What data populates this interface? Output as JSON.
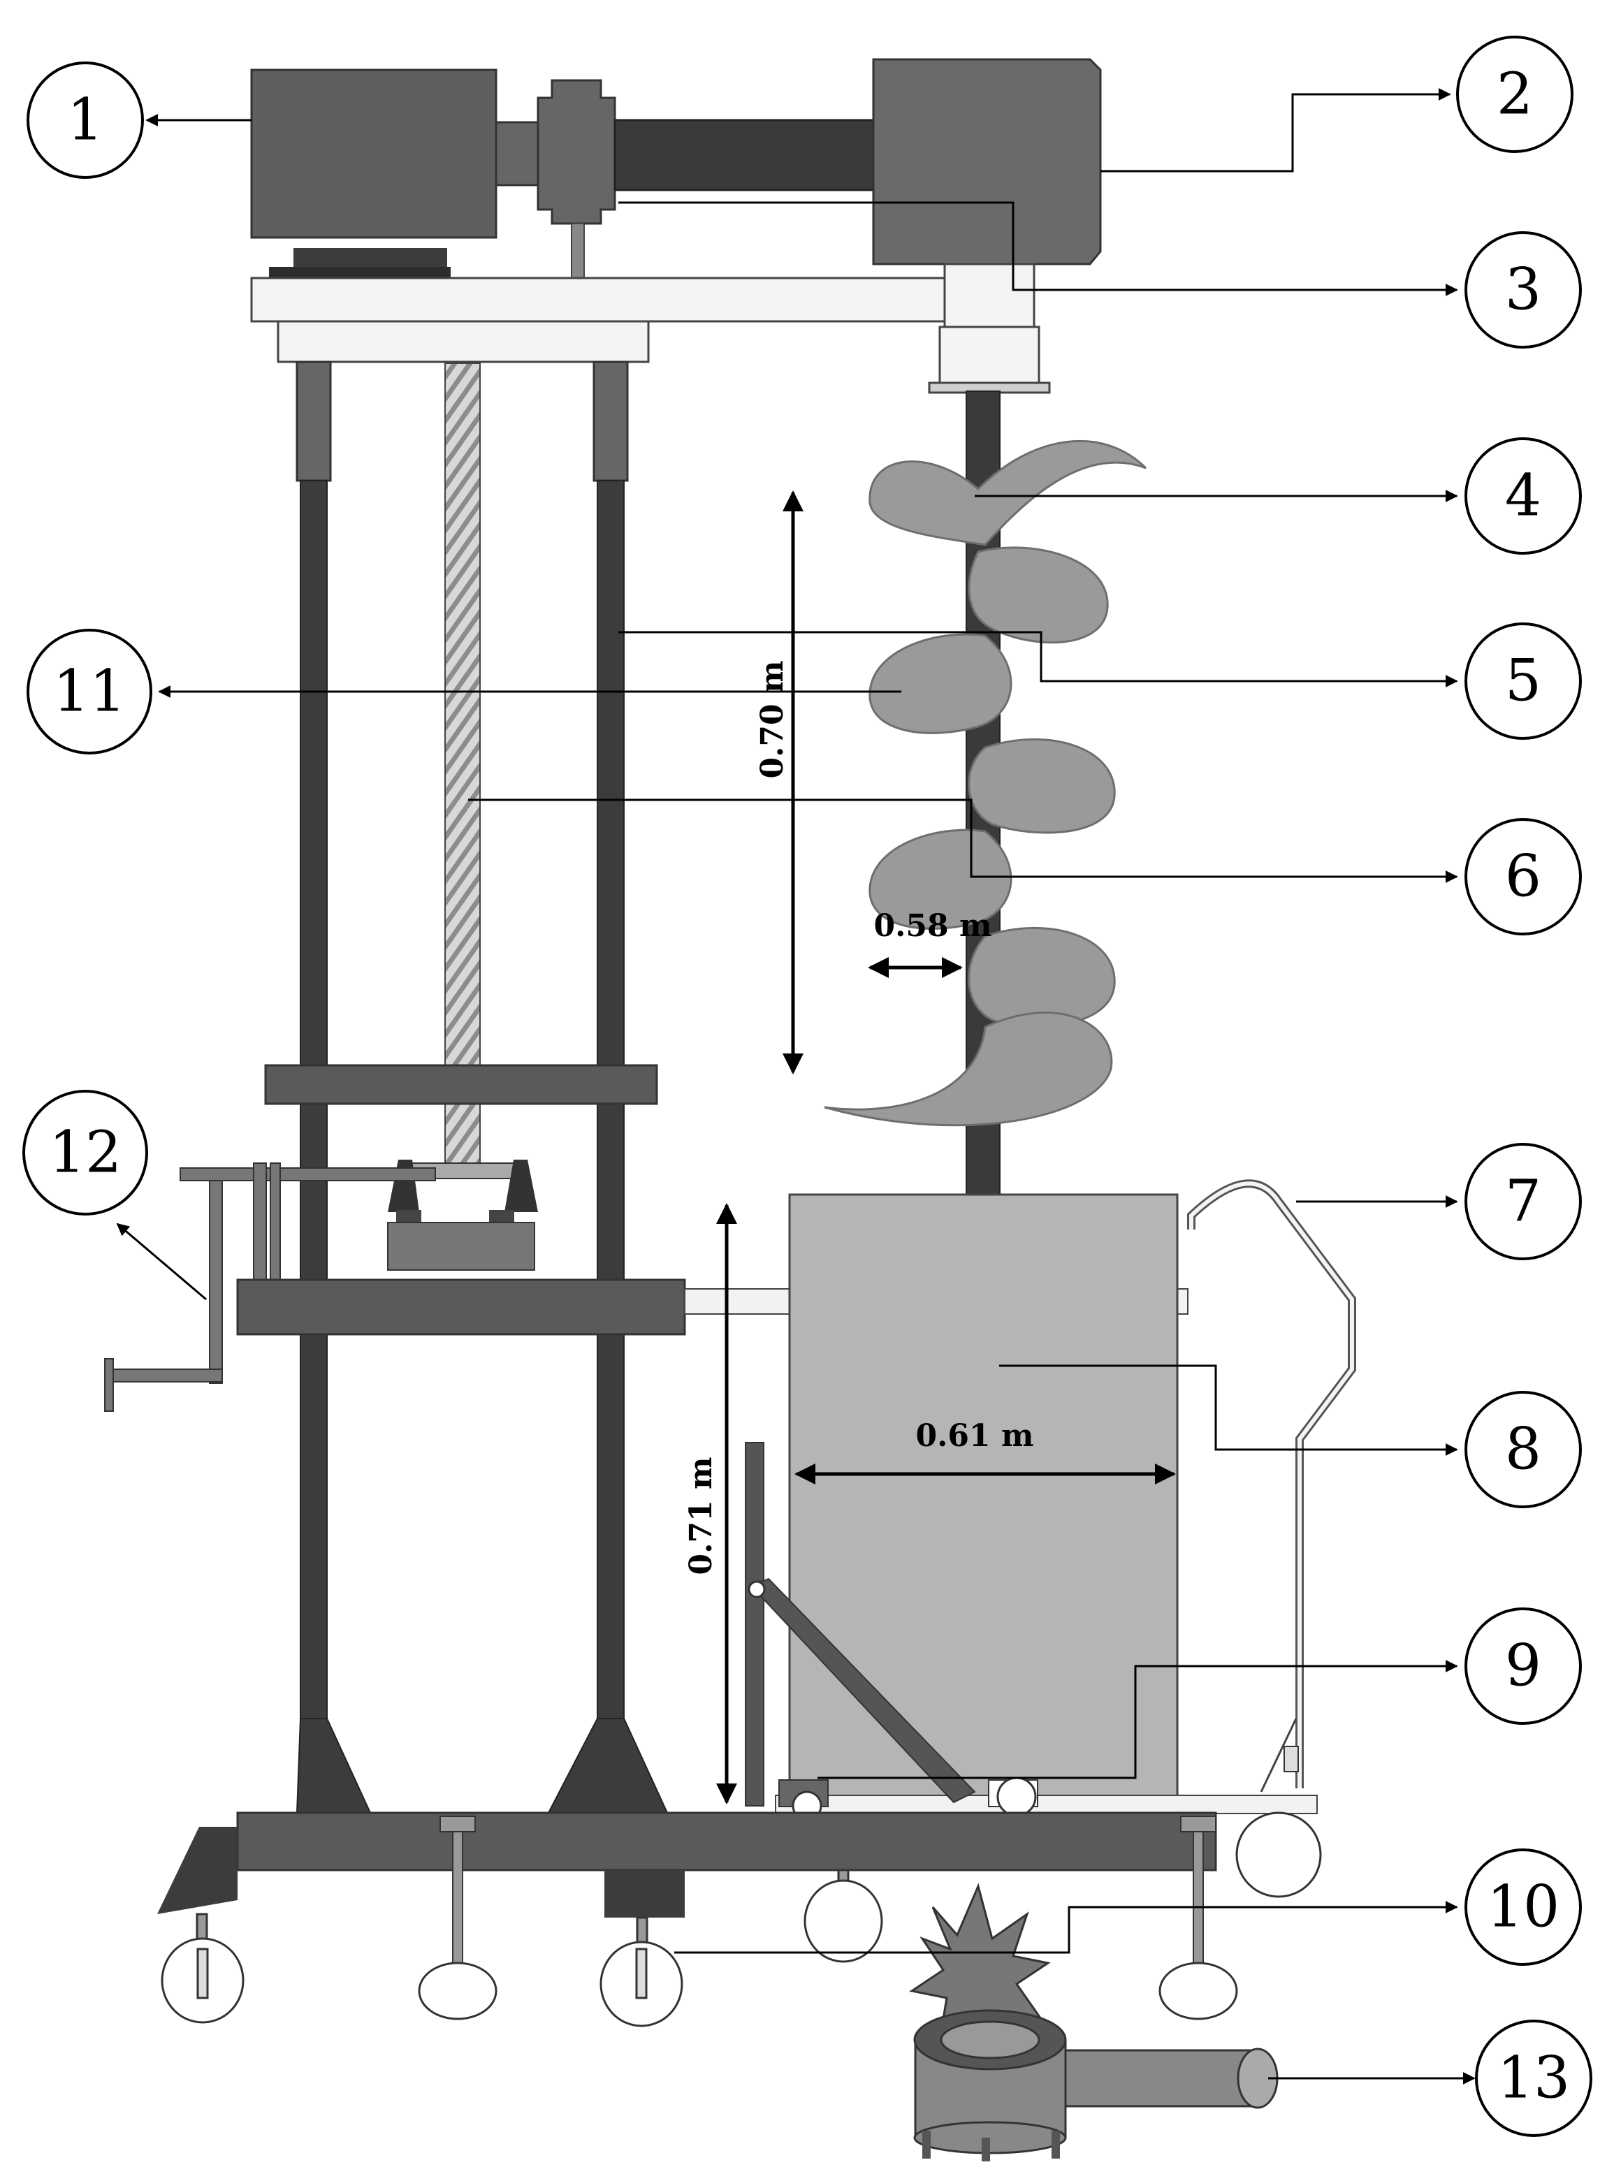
{
  "callouts": {
    "c1": "1",
    "c2": "2",
    "c3": "3",
    "c4": "4",
    "c5": "5",
    "c6": "6",
    "c7": "7",
    "c8": "8",
    "c9": "9",
    "c10": "10",
    "c11": "11",
    "c12": "12",
    "c13": "13"
  },
  "dimensions": {
    "auger_length": "0.70 m",
    "auger_diameter": "0.58 m",
    "bin_height": "0.71 m",
    "bin_width": "0.61 m"
  },
  "colors": {
    "frame_dark": "#4a4a4a",
    "column_dark": "#3c3c3c",
    "motor_gray": "#6a6a6a",
    "auger_blade": "#9a9a9a",
    "bin_fill": "#b5b5b5",
    "light_part": "#f2f2f2"
  }
}
